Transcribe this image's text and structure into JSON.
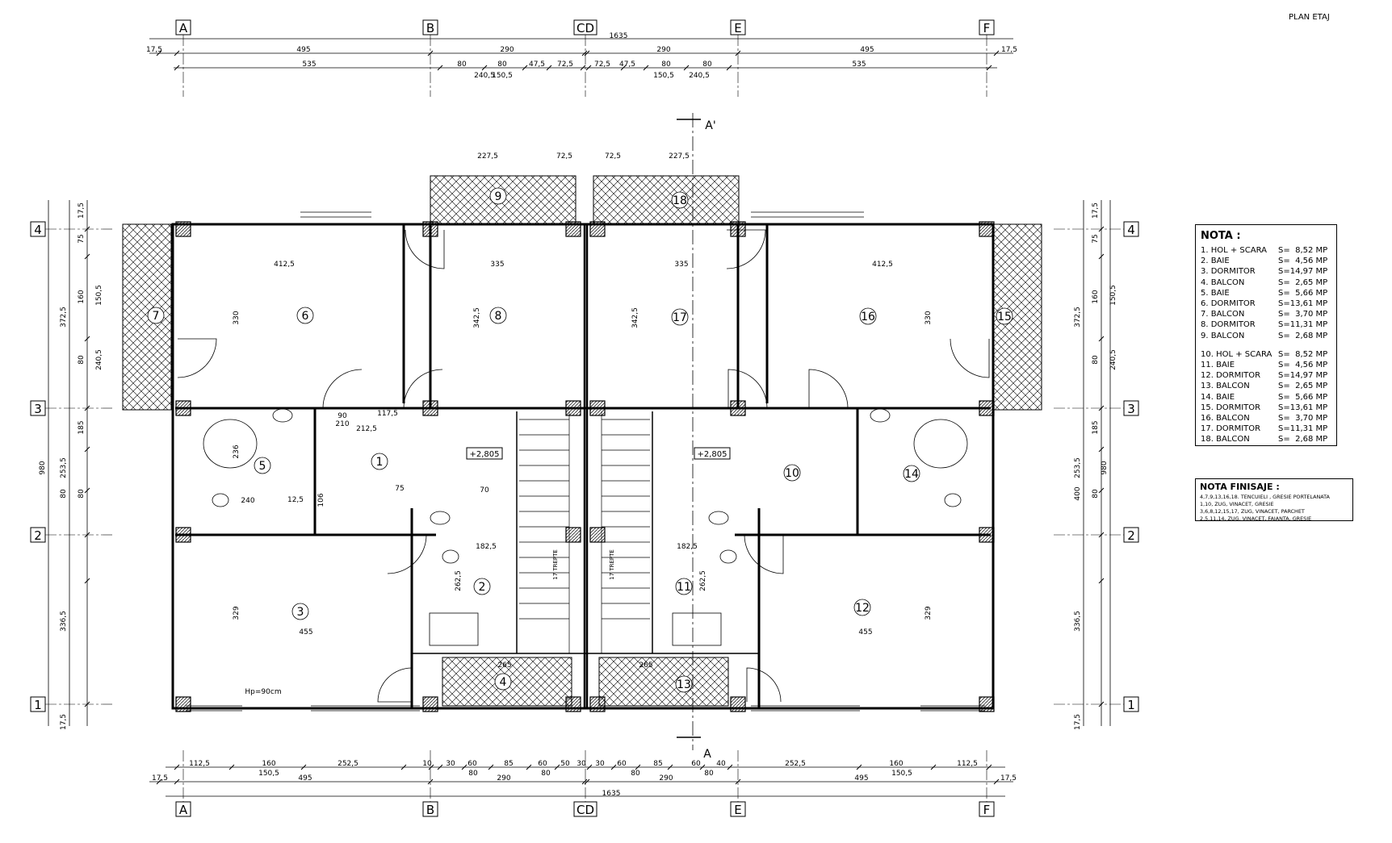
{
  "title": "PLAN ETAJ",
  "grid_top": [
    "A",
    "B",
    "CD",
    "E",
    "F"
  ],
  "grid_bottom": [
    "A",
    "B",
    "CD",
    "E",
    "F"
  ],
  "grid_rows": [
    "4",
    "3",
    "2",
    "1"
  ],
  "section_marks": [
    "A'",
    "A"
  ],
  "dims_top": {
    "total": "1635",
    "row1": [
      "17,5",
      "495",
      "290",
      "290",
      "495",
      "17,5"
    ],
    "row2": [
      "535",
      "80",
      "80",
      "47,5",
      "72,5",
      "72,5",
      "47,5",
      "80",
      "80",
      "535"
    ],
    "row3": [
      "240,5",
      "150,5",
      "150,5",
      "240,5"
    ]
  },
  "dims_bottom": {
    "total": "1635",
    "row1": [
      "112,5",
      "160",
      "252,5",
      "10",
      "30",
      "60",
      "85",
      "60",
      "50",
      "30",
      "30",
      "60",
      "85",
      "60",
      "40",
      "252,5",
      "160",
      "112,5"
    ],
    "row2": [
      "150,5",
      "80",
      "80",
      "80",
      "80",
      "150,5"
    ],
    "row3": [
      "17,5",
      "495",
      "290",
      "290",
      "495",
      "17,5"
    ]
  },
  "dims_left": [
    "17,5",
    "75",
    "160",
    "150,5",
    "372,5",
    "80",
    "240,5",
    "185",
    "980",
    "253,5",
    "80",
    "80",
    "336,5",
    "17,5"
  ],
  "dims_right": [
    "17,5",
    "75",
    "160",
    "150,5",
    "372,5",
    "80",
    "240,5",
    "185",
    "980",
    "253,5",
    "80",
    "400",
    "336,5",
    "17,5"
  ],
  "room_numbers": [
    "1",
    "2",
    "3",
    "4",
    "5",
    "6",
    "7",
    "8",
    "9",
    "10",
    "11",
    "12",
    "13",
    "14",
    "15",
    "16",
    "17",
    "18"
  ],
  "levels": [
    "+2,805",
    "+2,805"
  ],
  "stairs_label": "17 TREPTE",
  "interior_dims": [
    "412,5",
    "335",
    "335",
    "412,5",
    "330",
    "342,5",
    "342,5",
    "330",
    "329",
    "455",
    "455",
    "329",
    "182,5",
    "182,5",
    "262,5",
    "262,5",
    "227,5",
    "72,5",
    "72,5",
    "227,5",
    "90",
    "210",
    "75",
    "70",
    "212,5",
    "117,5",
    "240",
    "12,5",
    "265",
    "265",
    "236",
    "106",
    "Hp=90cm"
  ],
  "nota": {
    "heading": "NOTA :",
    "items": [
      {
        "name": "1. HOL + SCARA",
        "area": "S=  8,52 MP"
      },
      {
        "name": "2. BAIE",
        "area": "S=  4,56 MP"
      },
      {
        "name": "3. DORMITOR",
        "area": "S=14,97 MP"
      },
      {
        "name": "4. BALCON",
        "area": "S=  2,65 MP"
      },
      {
        "name": "5. BAIE",
        "area": "S=  5,66 MP"
      },
      {
        "name": "6. DORMITOR",
        "area": "S=13,61 MP"
      },
      {
        "name": "7. BALCON",
        "area": "S=  3,70 MP"
      },
      {
        "name": "8. DORMITOR",
        "area": "S=11,31 MP"
      },
      {
        "name": "9. BALCON",
        "area": "S=  2,68 MP"
      },
      {
        "name": "10. HOL + SCARA",
        "area": "S=  8,52 MP"
      },
      {
        "name": "11. BAIE",
        "area": "S=  4,56 MP"
      },
      {
        "name": "12. DORMITOR",
        "area": "S=14,97 MP"
      },
      {
        "name": "13. BALCON",
        "area": "S=  2,65 MP"
      },
      {
        "name": "14. BAIE",
        "area": "S=  5,66 MP"
      },
      {
        "name": "15. DORMITOR",
        "area": "S=13,61 MP"
      },
      {
        "name": "16. BALCON",
        "area": "S=  3,70 MP"
      },
      {
        "name": "17. DORMITOR",
        "area": "S=11,31 MP"
      },
      {
        "name": "18. BALCON",
        "area": "S=  2,68 MP"
      }
    ]
  },
  "finisaje": {
    "heading": "NOTA FINISAJE :",
    "lines": [
      "4,7,9,13,16,18. TENCUIELI , GRESIE PORTELANATA",
      "1,10, ZUG, VINACET, GRESIE",
      "3,6,8,12,15,17, ZUG, VINACET, PARCHET",
      "2,5,11,14, ZUG. VINACET, FAIANTA, GRESIE"
    ]
  }
}
